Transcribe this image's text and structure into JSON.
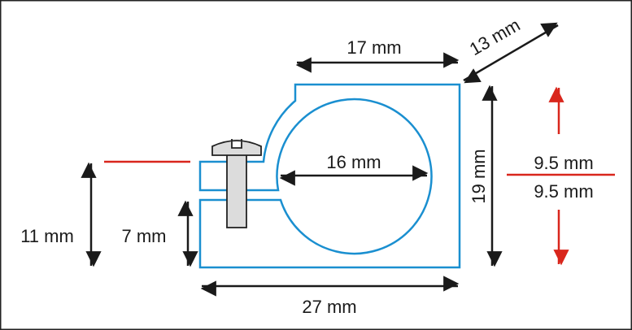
{
  "colors": {
    "outline": "#1a8fd0",
    "arrow": "#1a1a1a",
    "accent": "#d9261c",
    "screw": "#dcdcdc"
  },
  "labels": {
    "top_width": "17 mm",
    "diagonal": "13 mm",
    "height": "19 mm",
    "bore": "16 mm",
    "total_width": "27 mm",
    "left_height": "11 mm",
    "gap_height": "7 mm",
    "offset_top": "9.5 mm",
    "offset_bottom": "9.5 mm"
  }
}
